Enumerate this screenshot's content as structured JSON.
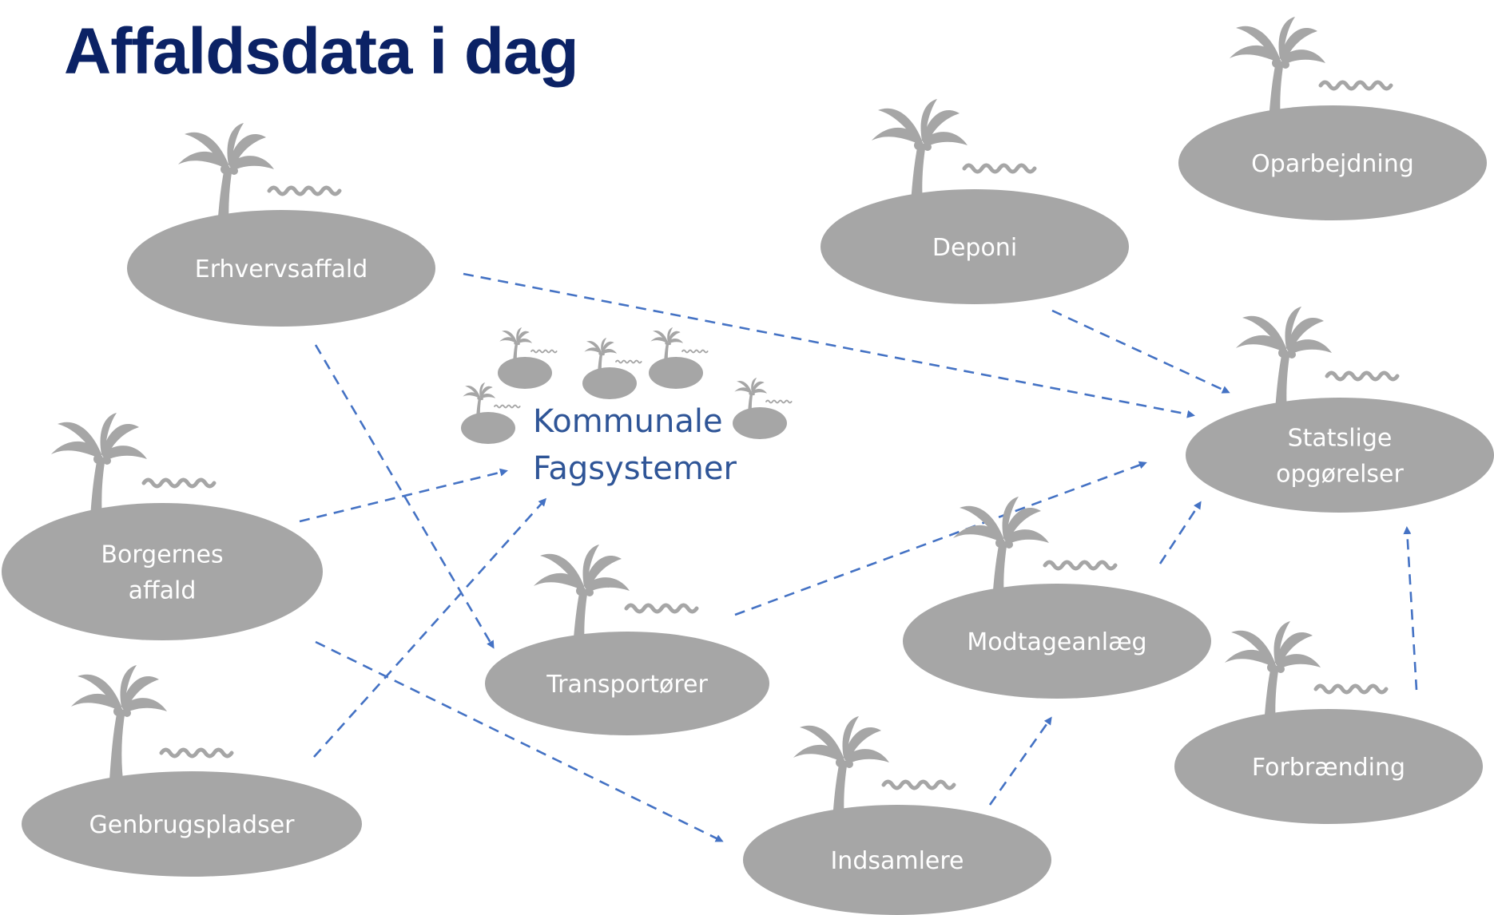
{
  "title": "Affaldsdata i dag",
  "colors": {
    "title": "#0b2265",
    "island": "#a6a6a6",
    "arrow": "#4472c4",
    "center_text": "#2f5597",
    "label_text": "#ffffff"
  },
  "center": {
    "lines": [
      "Kommunale",
      "Fagsystemer"
    ],
    "icon": "small-palm-islands-icon"
  },
  "icon": "palm-island-icon",
  "islands": [
    {
      "id": "erhvervsaffald",
      "lines": [
        "Erhvervsaffald"
      ]
    },
    {
      "id": "borgernes",
      "lines": [
        "Borgernes",
        "affald"
      ]
    },
    {
      "id": "genbrugspladser",
      "lines": [
        "Genbrugspladser"
      ]
    },
    {
      "id": "transportorer",
      "lines": [
        "Transportører"
      ]
    },
    {
      "id": "indsamlere",
      "lines": [
        "Indsamlere"
      ]
    },
    {
      "id": "modtageanlaeg",
      "lines": [
        "Modtageanlæg"
      ]
    },
    {
      "id": "deponi",
      "lines": [
        "Deponi"
      ]
    },
    {
      "id": "oparbejdning",
      "lines": [
        "Oparbejdning"
      ]
    },
    {
      "id": "statslige",
      "lines": [
        "Statslige",
        "opgørelser"
      ]
    },
    {
      "id": "forbraending",
      "lines": [
        "Forbrænding"
      ]
    }
  ],
  "arrows": [
    {
      "from": "erhvervsaffald",
      "to": "statslige"
    },
    {
      "from": "erhvervsaffald",
      "to": "transportorer"
    },
    {
      "from": "borgernes",
      "to": "center"
    },
    {
      "from": "borgernes",
      "to": "indsamlere"
    },
    {
      "from": "genbrugspladser",
      "to": "center"
    },
    {
      "from": "transportorer",
      "to": "statslige"
    },
    {
      "from": "deponi",
      "to": "statslige"
    },
    {
      "from": "indsamlere",
      "to": "modtageanlaeg"
    },
    {
      "from": "modtageanlaeg",
      "to": "statslige"
    },
    {
      "from": "forbraending",
      "to": "statslige"
    }
  ]
}
